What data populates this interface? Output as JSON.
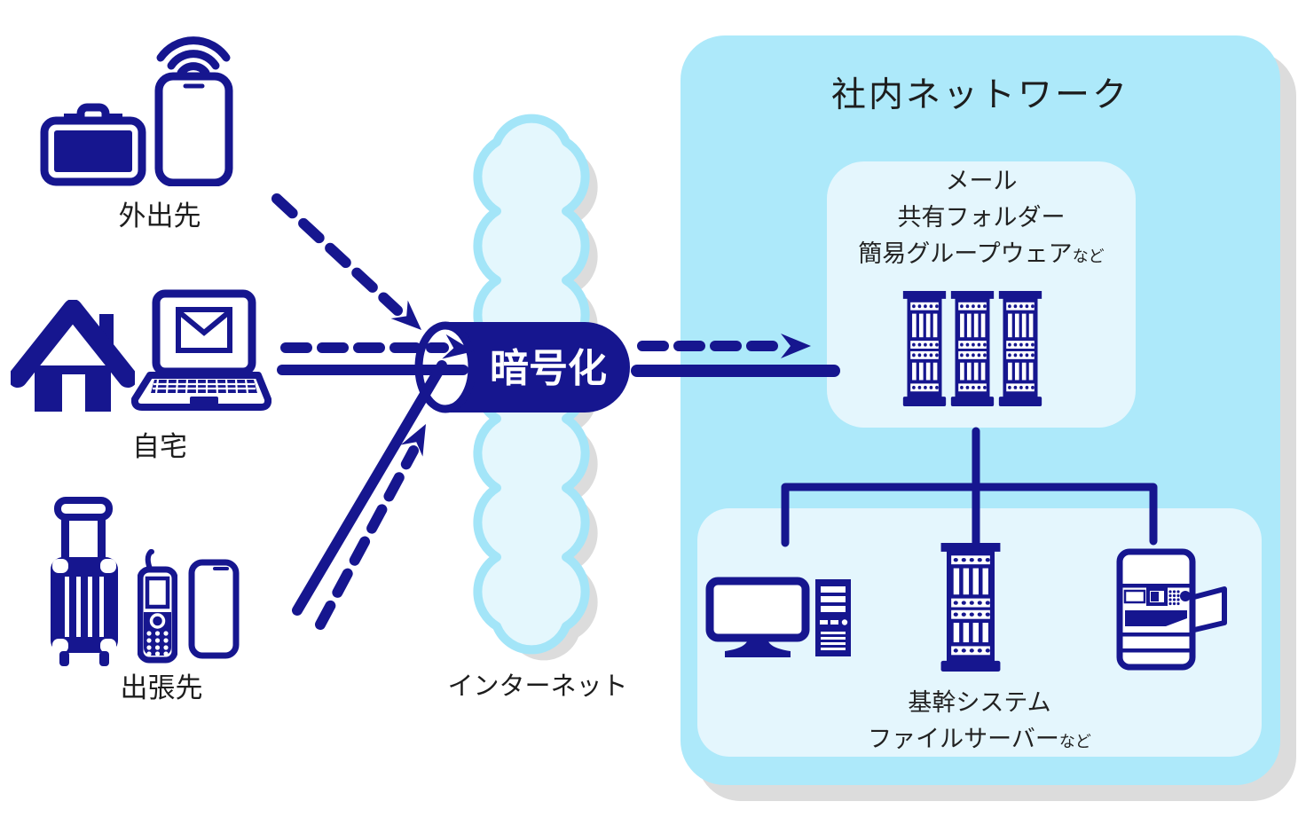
{
  "labels": {
    "offsite": "外出先",
    "home": "自宅",
    "trip": "出張先",
    "internet": "インターネット",
    "tunnel": "暗号化"
  },
  "network": {
    "title": "社内ネットワーク",
    "groupware_box": {
      "line1": "メール",
      "line2": "共有フォルダー",
      "line3": "簡易グループウェア",
      "suffix": "など"
    },
    "core_box": {
      "line1": "基幹システム",
      "line2": "ファイルサーバー",
      "suffix": "など"
    }
  },
  "colors": {
    "navy": "#16168F",
    "panel_blue": "#ADE9FA",
    "inner_box_blue": "#E4F6FD",
    "cloud_fill": "#E4F7FD",
    "cloud_border": "#A3E5F8",
    "shadow_gray": "#DCDCDC",
    "tunnel_text": "#FFFFFF",
    "label_text": "#1D1D1D"
  }
}
